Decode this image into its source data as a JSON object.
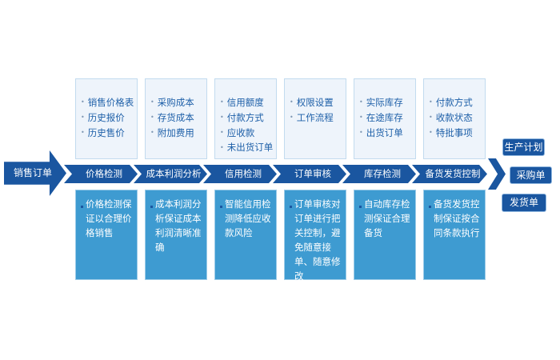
{
  "start": "销售订单",
  "steps": [
    {
      "label": "价格检测",
      "items": [
        "销售价格表",
        "历史报价",
        "历史售价"
      ],
      "desc": "价格检测保证以合理价格销售"
    },
    {
      "label": "成本利润分析",
      "items": [
        "采购成本",
        "存货成本",
        "附加费用"
      ],
      "desc": "成本利润分析保证成本利润清晰准确"
    },
    {
      "label": "信用检测",
      "items": [
        "信用额度",
        "付款方式",
        "应收款",
        "未出货订单"
      ],
      "desc": "智能信用检测降低应收款风险"
    },
    {
      "label": "订单审核",
      "items": [
        "权限设置",
        "工作流程"
      ],
      "desc": "订单审核对订单进行把关控制，避免随意接单、随意修改"
    },
    {
      "label": "库存检测",
      "items": [
        "实际库存",
        "在途库存",
        "出货订单"
      ],
      "desc": "自动库存检测保证合理备货"
    },
    {
      "label": "备货发货控制",
      "items": [
        "付款方式",
        "收款状态",
        "特批事项"
      ],
      "desc": "备货发货控制保证按合同条款执行"
    }
  ],
  "outputs": [
    "生产计划",
    "采购单",
    "发货单"
  ]
}
